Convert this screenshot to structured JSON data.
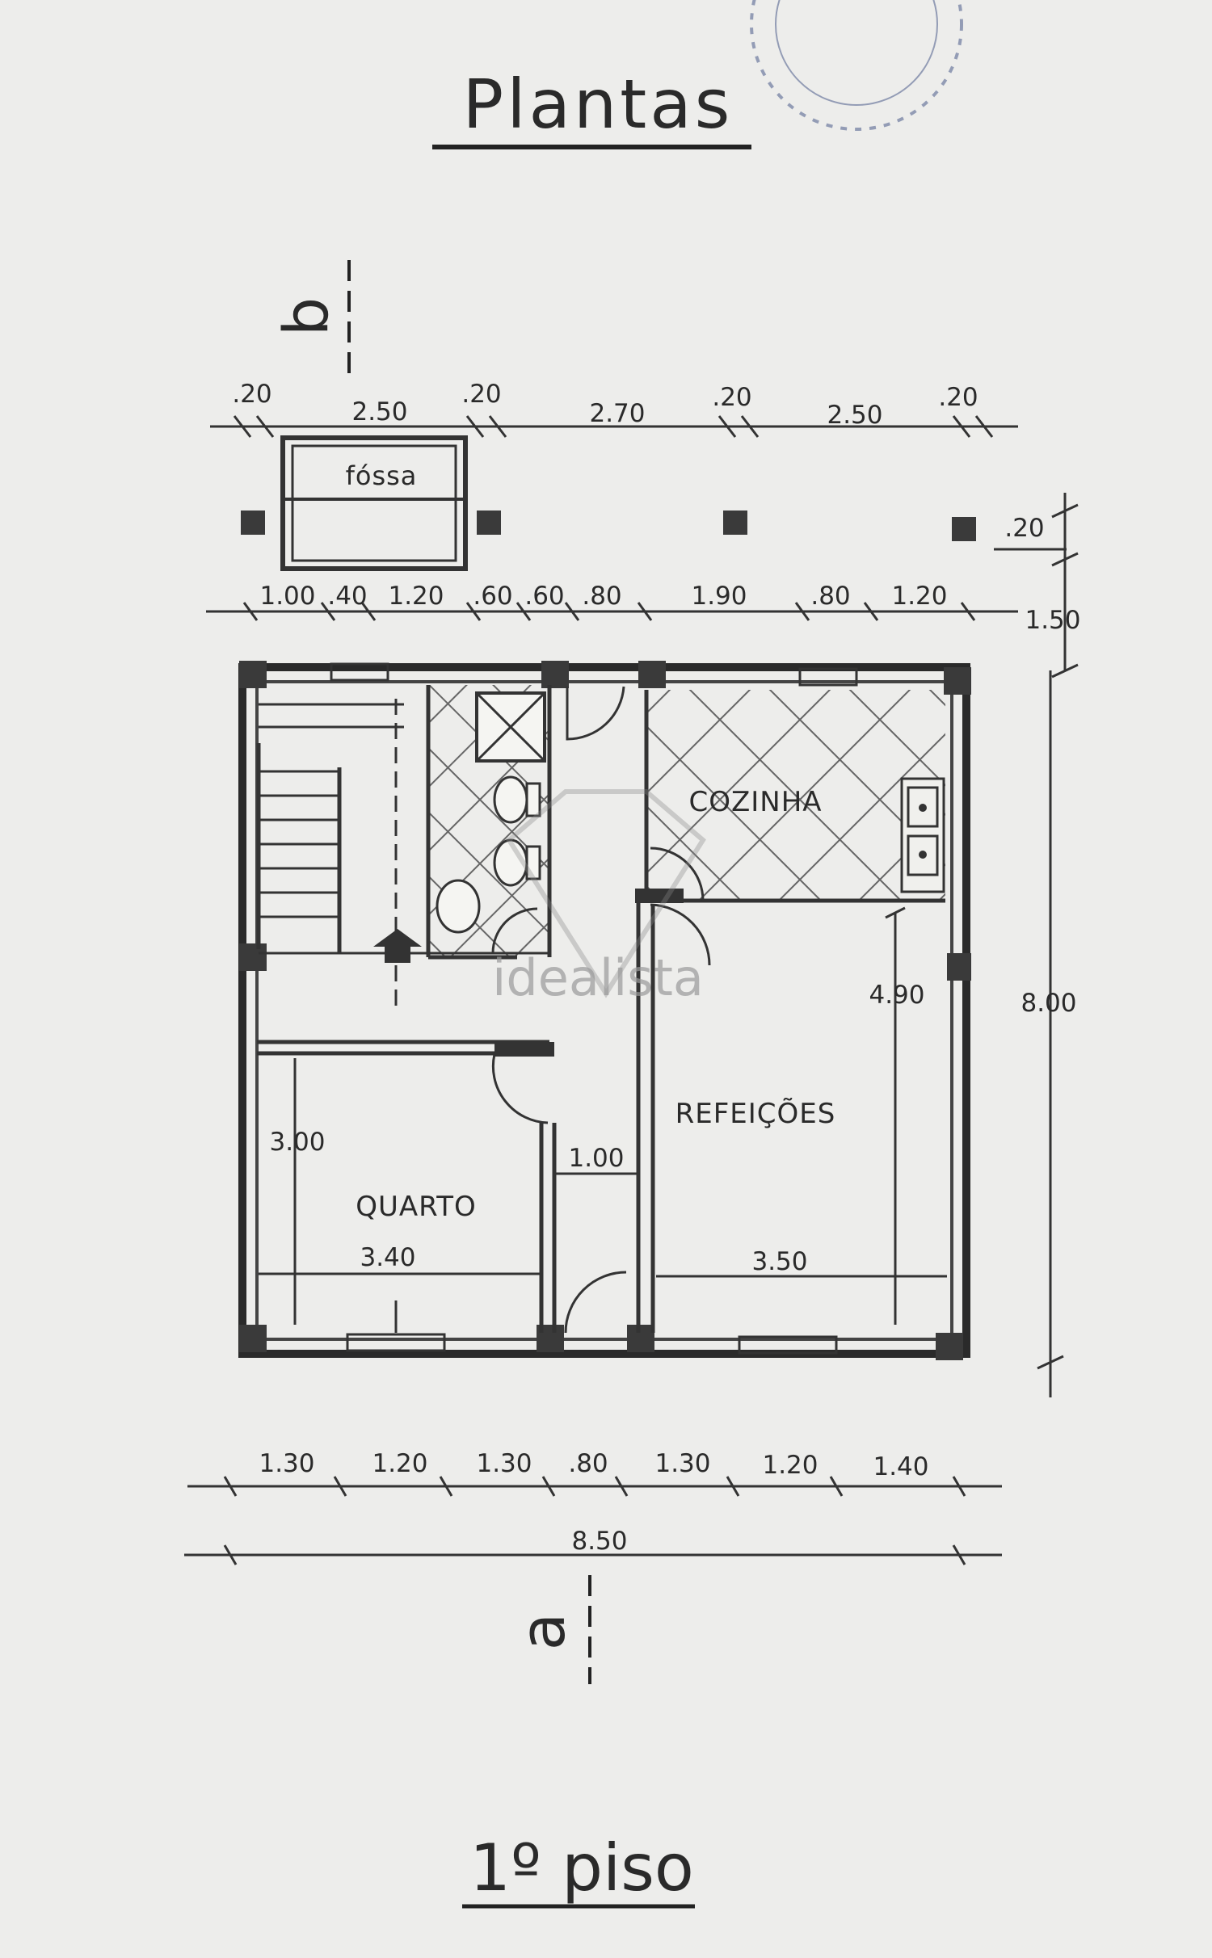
{
  "title": "Plantas",
  "floor_label": "1º piso",
  "section_marks": {
    "top": "b",
    "bottom": "a"
  },
  "watermark": "idealista",
  "rooms": {
    "fossa": "fóssa",
    "kitchen": "COZINHA",
    "dining": "REFEIÇÕES",
    "bedroom": "QUARTO"
  },
  "dims": {
    "top_row": [
      ".20",
      "2.50",
      ".20",
      "2.70",
      ".20",
      "2.50",
      ".20"
    ],
    "second_row": [
      "1.00",
      ".40",
      "1.20",
      ".60",
      ".60",
      ".80",
      "1.90",
      ".80",
      "1.20"
    ],
    "bottom_row": [
      "1.30",
      "1.20",
      "1.30",
      ".80",
      "1.30",
      "1.20",
      "1.40"
    ],
    "total_width": "8.50",
    "total_height": "8.00",
    "right_small": ".20",
    "right_mid": "1.50",
    "dining_height": "4.90",
    "dining_width": "3.50",
    "bedroom_height": "3.00",
    "bedroom_width": "3.40",
    "corridor_width": "1.00"
  }
}
